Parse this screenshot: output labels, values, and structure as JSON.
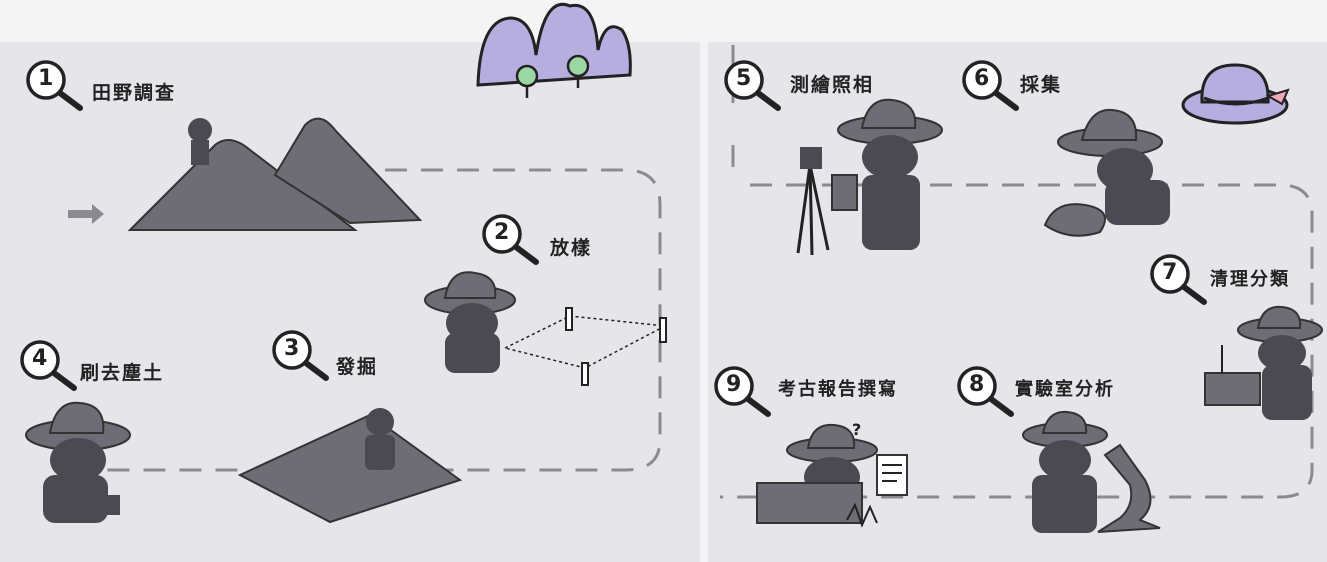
{
  "stages": [
    {
      "number": "1",
      "label": "田野調查"
    },
    {
      "number": "2",
      "label": "放樣"
    },
    {
      "number": "3",
      "label": "發掘"
    },
    {
      "number": "4",
      "label": "刷去塵土"
    },
    {
      "number": "5",
      "label": "測繪照相"
    },
    {
      "number": "6",
      "label": "採集"
    },
    {
      "number": "7",
      "label": "清理分類"
    },
    {
      "number": "8",
      "label": "實驗室分析"
    },
    {
      "number": "9",
      "label": "考古報告撰寫"
    }
  ],
  "colors": {
    "panel": "#e6e5ea",
    "figure": "#6e6d75",
    "figure_dark": "#4b4a52",
    "accent_purple": "#b7aee0",
    "path_dash": "#8b8a93"
  }
}
